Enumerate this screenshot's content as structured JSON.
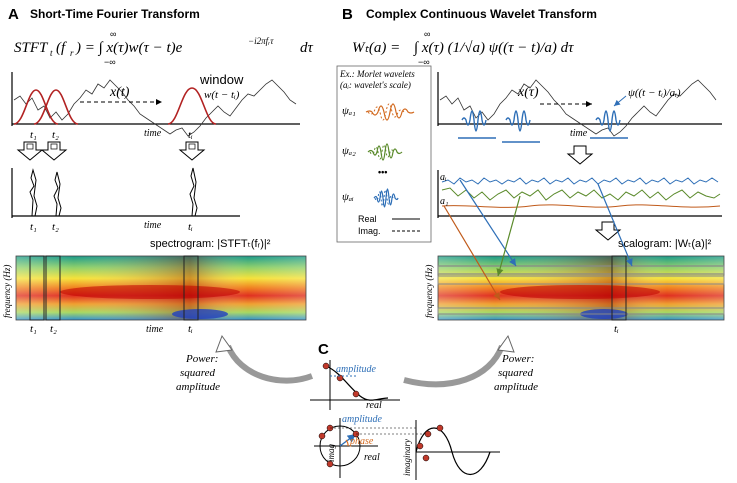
{
  "panel_a": {
    "letter": "A",
    "title": "Short-Time Fourier Transform",
    "equation": "STFTₜ(fᵣ) = ∫ x(τ) w(τ − t) e⁻ⁱ²ᵖᶠʳᵗ dτ",
    "eq_lhs": "STFT",
    "eq_lhs_sub": "t",
    "eq_arg": "(f",
    "eq_arg_sub": "r",
    "eq_body": ") = ∫ x(τ)w(τ − t)e",
    "eq_exp": "−i2πfᵣτ",
    "eq_tail": "dτ",
    "eq_upper": "∞",
    "eq_lower": "−∞",
    "signal_label": "x(t)",
    "window_label": "window",
    "window_expr": "w(t − tᵢ)",
    "time_label": "time",
    "t1": "t₁",
    "t2": "t₂",
    "ti": "tᵢ",
    "spectrogram_label": "spectrogram: |STFTₜ(fᵣ)|²",
    "freq_axis": "frequency (Hz)"
  },
  "panel_b": {
    "letter": "B",
    "title": "Complex Continuous Wavelet Transform",
    "equation_lhs": "Wₜ(a) =",
    "equation_body": "∫ x(τ) (1/√a) ψ((τ − t)/a) dτ",
    "eq_upper": "∞",
    "eq_lower": "−∞",
    "legend_title_1": "Ex.: Morlet wavelets",
    "legend_title_2": "(aᵢ: wavelet's scale)",
    "psi_a1": "ψₐ₁",
    "psi_a2": "ψₐ₂",
    "psi_dots": "•••",
    "psi_ai": "ψₐᵢ",
    "legend_real": "Real",
    "legend_imag": "Imag.",
    "signal_label": "x(τ)",
    "wavelet_expr": "ψ((t − tᵢ)/aᵢ)",
    "time_label": "time",
    "a_i": "aᵢ",
    "a_1": "a₁",
    "scalogram_label": "scalogram: |Wₜ(a)|²",
    "scale_axis": "frequency (Hz)",
    "ti": "tᵢ"
  },
  "panel_c": {
    "letter": "C",
    "amplitude": "amplitude",
    "amplitude2": "amplitude",
    "phase": "phase",
    "real": "real",
    "real2": "real",
    "imag": "imag",
    "imaginary": "imaginary"
  },
  "power_left": [
    "Power:",
    "squared",
    "amplitude"
  ],
  "power_right": [
    "Power:",
    "squared",
    "amplitude"
  ],
  "colors": {
    "window_red": "#b22222",
    "wavelet_blue": "#2e6fb7",
    "wavelet_green": "#5a8a2a",
    "wavelet_orange": "#d2691e",
    "phase_orange": "#e07020"
  }
}
